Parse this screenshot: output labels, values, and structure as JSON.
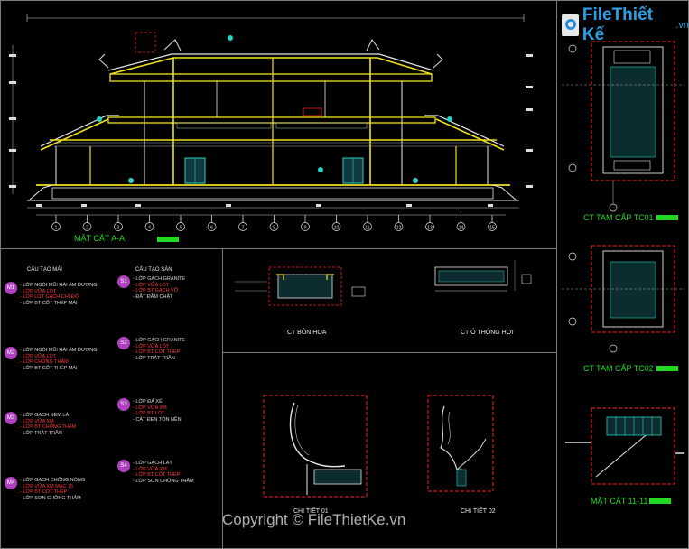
{
  "logo": {
    "brand": "File",
    "brand2": "Thiết Kế",
    "suffix": ".vn"
  },
  "watermark": "Copyright © FileThietKe.vn",
  "titles": {
    "section_aa": "MẶT CẮT A-A",
    "tc01": "CT TAM CẤP TC01",
    "tc02": "CT TAM CẤP TC02",
    "section_1111": "MẶT CẮT 11-11",
    "bon_hoa": "CT BỒN HOA",
    "thong_hoi": "CT Ô THÔNG HƠI",
    "chi_tiet_1": "CHI TIẾT 01",
    "chi_tiet_2": "CHI TIẾT 02"
  },
  "notes": {
    "left_heading": "CẤU TẠO MÁI",
    "right_heading": "CẤU TẠO SÀN",
    "left_items": [
      {
        "tag": "M1",
        "lines": [
          "- LỚP NGÓI MŨI HÀI ÂM DƯƠNG",
          "- LỚP VỮA LÓT",
          "- LỚP LÓT GẠCH CHỈ ĐỎ",
          "- LỚP BT CỐT THÉP MÁI"
        ]
      },
      {
        "tag": "M2",
        "lines": [
          "- LỚP NGÓI MŨI HÀI ÂM DƯƠNG",
          "- LỚP VỮA LÓT",
          "- LỚP CHỐNG THẤM",
          "- LỚP BT CỐT THÉP MÁI"
        ]
      },
      {
        "tag": "M3",
        "lines": [
          "- LỚP GẠCH NEM LÁ",
          "- LỚP VỮA XM",
          "- LỚP BT CHỐNG THẤM",
          "- LỚP TRÁT TRẦN"
        ]
      },
      {
        "tag": "M4",
        "lines": [
          "- LỚP GẠCH CHỐNG NÓNG",
          "- LỚP VỮA XM MÁC 75",
          "- LỚP BT CỐT THÉP",
          "- LỚP SƠN CHỐNG THẤM"
        ]
      }
    ],
    "right_items": [
      {
        "tag": "S1",
        "lines": [
          "- LỚP GẠCH GRANITE",
          "- LỚP VỮA LÓT",
          "- LỚP BT GẠCH VỠ",
          "- ĐẤT ĐẦM CHẶT"
        ]
      },
      {
        "tag": "S2",
        "lines": [
          "- LỚP GẠCH GRANITE",
          "- LỚP VỮA LÓT",
          "- LỚP BT CỐT THÉP",
          "- LỚP TRÁT TRẦN"
        ]
      },
      {
        "tag": "S3",
        "lines": [
          "- LỚP ĐÁ XẺ",
          "- LỚP VỮA XM",
          "- LỚP BT LÓT",
          "- CÁT ĐEN TÔN NỀN"
        ]
      },
      {
        "tag": "S4",
        "lines": [
          "- LỚP GẠCH LÁT",
          "- LỚP VỮA XM",
          "- LỚP BT CỐT THÉP",
          "- LỚP SƠN CHỐNG THẤM"
        ]
      }
    ]
  },
  "grid_labels": [
    "1",
    "2",
    "3",
    "4",
    "5",
    "6",
    "7",
    "8",
    "9",
    "10",
    "11",
    "12",
    "13",
    "14",
    "15"
  ]
}
